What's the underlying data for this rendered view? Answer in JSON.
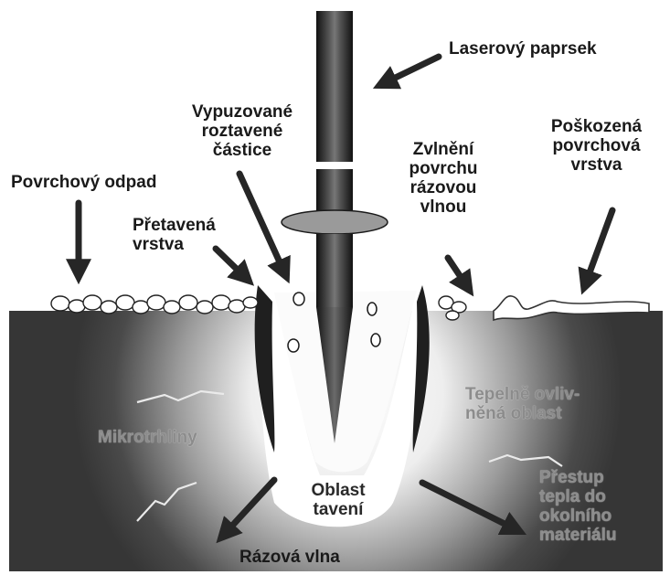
{
  "colors": {
    "background": "#ffffff",
    "material": "#3a3a3a",
    "heat_zone": "#f2f2f2",
    "melt_zone": "#ffffff",
    "beam": "#2b2b2b",
    "recast_layer": "#222222",
    "arrow": "#262626"
  },
  "labels": {
    "laser_beam": "Laserový paprsek",
    "ejected_particles": [
      "Vypuzované",
      "roztavené",
      "částice"
    ],
    "damaged_layer": [
      "Poškozená",
      "povrchová",
      "vrstva"
    ],
    "surface_debris": "Povrchový odpad",
    "surface_ripple": [
      "Zvlnění",
      "povrchu",
      "rázovou",
      "vlnou"
    ],
    "recast_layer": [
      "Přetavená",
      "vrstva"
    ],
    "heat_affected_zone": [
      "Tepelně ovliv-",
      "něná oblast"
    ],
    "microcracks": "Mikrotrhliny",
    "melt_zone": [
      "Oblast",
      "tavení"
    ],
    "heat_transfer": [
      "Přestup",
      "tepla do",
      "okolního",
      "materiálu"
    ],
    "shock_wave": "Rázová vlna"
  }
}
